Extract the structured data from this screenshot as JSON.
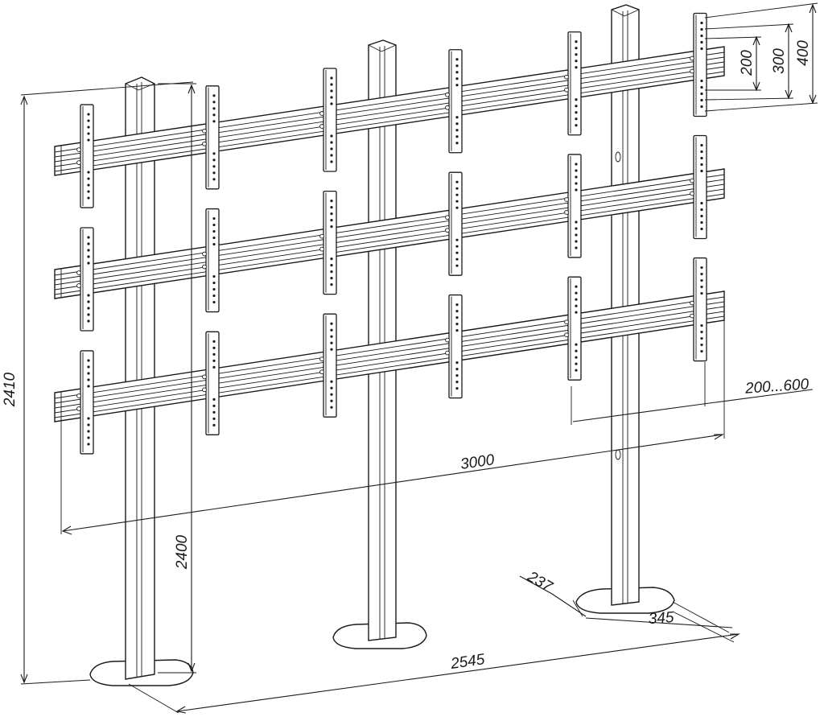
{
  "dimensions": {
    "overall_height": "2410",
    "post_height": "2400",
    "rail_length": "3000",
    "post_spacing": "2545",
    "base_depth": "237",
    "base_width": "345",
    "bracket_range": "200...600",
    "vesa_200": "200",
    "vesa_300": "300",
    "vesa_400": "400"
  },
  "colors": {
    "line": "#1a1a1a",
    "background": "#ffffff"
  }
}
